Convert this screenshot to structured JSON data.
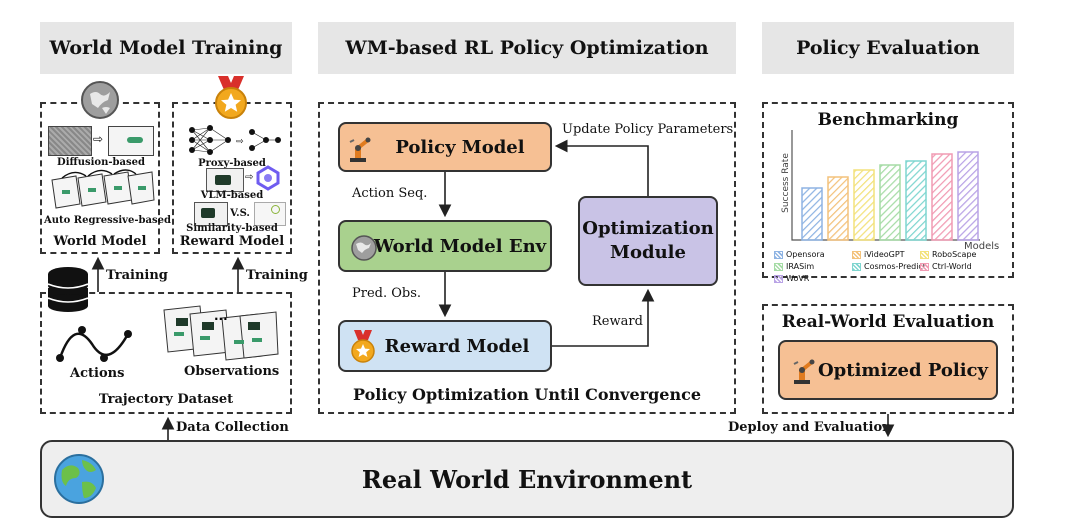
{
  "headers": {
    "world_model_training": "World Model Training",
    "wm_rl": "WM-based RL Policy Optimization",
    "policy_evaluation": "Policy Evaluation"
  },
  "world_model": {
    "diffusion": "Diffusion-based",
    "autoregressive": "Auto Regressive-based",
    "title": "World Model"
  },
  "reward_model": {
    "proxy": "Proxy-based",
    "vlm": "VLM-based",
    "vs": "V.S.",
    "similarity": "Similarity-based",
    "title": "Reward Model"
  },
  "training_label": "Training",
  "dataset": {
    "actions": "Actions",
    "observations": "Observations",
    "title": "Trajectory Dataset"
  },
  "rl": {
    "policy_model": "Policy Model",
    "world_model_env": "World Model Env",
    "reward_model": "Reward Model",
    "optimization_module_line1": "Optimization",
    "optimization_module_line2": "Module",
    "action_seq": "Action Seq.",
    "pred_obs": "Pred. Obs.",
    "reward": "Reward",
    "update": "Update Policy Parameters",
    "bottom_caption": "Policy Optimization Until Convergence"
  },
  "benchmark": {
    "title": "Benchmarking",
    "ylabel": "Success Rate",
    "xlabel": "Models"
  },
  "real_world_eval": {
    "title": "Real-World Evaluation",
    "optimized_policy": "Optimized Policy"
  },
  "arrows": {
    "data_collection": "Data Collection",
    "deploy": "Deploy and Evaluation"
  },
  "environment": {
    "title": "Real World Environment"
  },
  "colors": {
    "policy": "#f6c094",
    "world_env": "#a9d18e",
    "reward": "#cfe2f3",
    "optimization": "#c9c3e6",
    "header_bg": "#e6e6e6",
    "env_bg": "#eeeeee"
  },
  "chart_data": {
    "type": "bar",
    "title": "Benchmarking",
    "xlabel": "Models",
    "ylabel": "Success Rate",
    "categories": [
      "Opensora",
      "iVideoGPT",
      "RoboScape",
      "IRASim",
      "Cosmos-Predict",
      "Ctrl-World",
      "WoVR"
    ],
    "values": [
      0.52,
      0.63,
      0.7,
      0.75,
      0.79,
      0.86,
      0.88
    ],
    "ylim": [
      0,
      1
    ],
    "colors": [
      "#8fb4e3",
      "#f3c27c",
      "#f3e27c",
      "#a6dca6",
      "#7fd6d0",
      "#f19bb3",
      "#b9a3e6"
    ],
    "legend": [
      "Opensora",
      "iVideoGPT",
      "RoboScape",
      "IRASim",
      "Cosmos-Predict",
      "Ctrl-World",
      "WoVR"
    ],
    "legend_placement": "bottom",
    "grid": false
  }
}
